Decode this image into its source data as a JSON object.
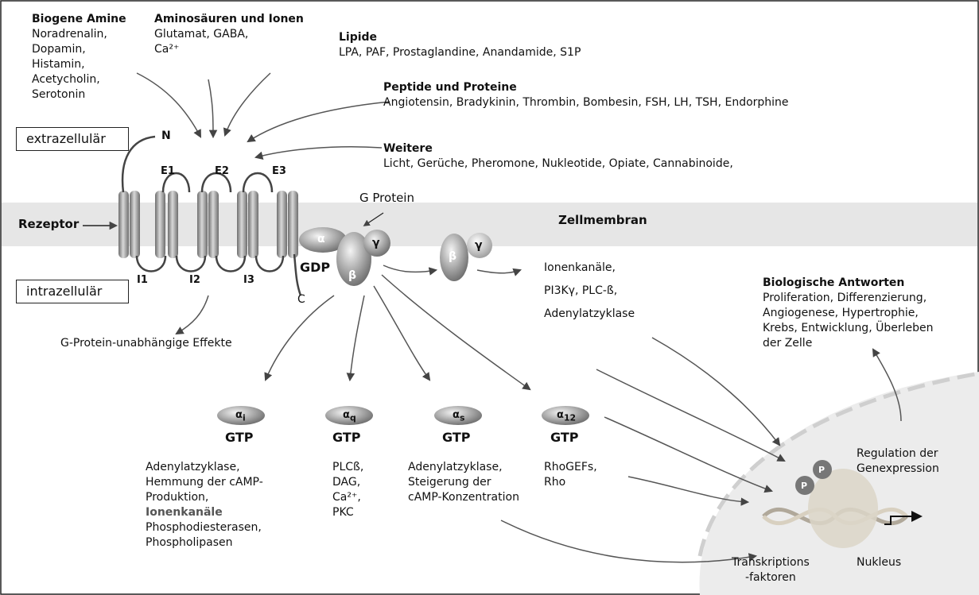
{
  "ligands": {
    "amines": {
      "title": "Biogene Amine",
      "items": [
        "Noradrenalin,",
        "Dopamin,",
        "Histamin,",
        "Acetycholin,",
        "Serotonin"
      ]
    },
    "amino": {
      "title": "Aminosäuren und Ionen",
      "items": [
        "Glutamat, GABA,",
        "Ca²⁺"
      ]
    },
    "lipids": {
      "title": "Lipide",
      "text": "LPA, PAF, Prostaglandine, Anandamide, S1P"
    },
    "peptides": {
      "title": "Peptide und Proteine",
      "text": "Angiotensin, Bradykinin, Thrombin, Bombesin, FSH, LH, TSH, Endorphine"
    },
    "others": {
      "title": "Weitere",
      "text": "Licht, Gerüche, Pheromone, Nukleotide, Opiate, Cannabinoide,"
    }
  },
  "compartments": {
    "extra": "extrazellulär",
    "intra": "intrazellulär",
    "membrane": "Zellmembran"
  },
  "receptor": {
    "label": "Rezeptor",
    "n": "N",
    "c": "C",
    "loops_extra": [
      "E1",
      "E2",
      "E3"
    ],
    "loops_intra": [
      "I1",
      "I2",
      "I3"
    ]
  },
  "gprotein": {
    "label": "G Protein",
    "alpha": "α",
    "beta": "β",
    "gamma": "γ",
    "gdp": "GDP"
  },
  "independent": "G-Protein-unabhängige Effekte",
  "betagamma_effects": [
    "Ionenkanäle,",
    "PI3Kγ, PLC-ß,",
    "Adenylatzyklase"
  ],
  "alphas": [
    {
      "sub": "i",
      "gtp": "GTP",
      "effects": [
        "Adenylatzyklase,",
        "Hemmung der cAMP-",
        "Produktion,"
      ],
      "extra": "Ionenkanäle",
      "effects2": [
        "Phosphodiesterasen,",
        "Phospholipasen"
      ]
    },
    {
      "sub": "q",
      "gtp": "GTP",
      "effects": [
        "PLCß,",
        "DAG,",
        "Ca²⁺,",
        "PKC"
      ]
    },
    {
      "sub": "s",
      "gtp": "GTP",
      "effects": [
        "Adenylatzyklase,",
        "Steigerung der",
        "cAMP-Konzentration"
      ]
    },
    {
      "sub": "12",
      "gtp": "GTP",
      "effects": [
        "RhoGEFs,",
        "Rho"
      ]
    }
  ],
  "bio": {
    "title": "Biologische Antworten",
    "lines": [
      "Proliferation, Differenzierung,",
      "Angiogenese, Hypertrophie,",
      "Krebs, Entwicklung, Überleben",
      "der Zelle"
    ]
  },
  "nucleus": {
    "regulation": [
      "Regulation der",
      "Genexpression"
    ],
    "tf": [
      "Transkriptions",
      "-faktoren"
    ],
    "label": "Nukleus",
    "p": "P"
  },
  "colors": {
    "membrane": "#e6e6e6",
    "nucleus": "#ececec",
    "helix": "#a8a8a8",
    "subunit": "#8a8a8a",
    "arrow": "#555555"
  }
}
